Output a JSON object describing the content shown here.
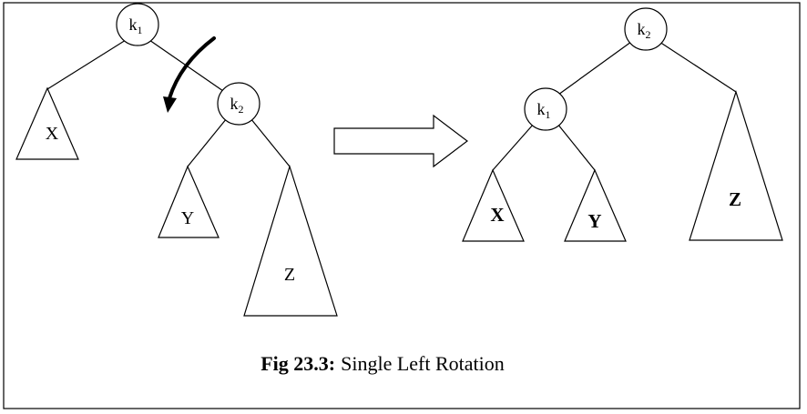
{
  "nodes": {
    "left_k1": {
      "base": "k",
      "sub": "1"
    },
    "left_k2": {
      "base": "k",
      "sub": "2"
    },
    "right_k2": {
      "base": "k",
      "sub": "2"
    },
    "right_k1": {
      "base": "k",
      "sub": "1"
    }
  },
  "subtrees": {
    "left_x": "X",
    "left_y": "Y",
    "left_z": "Z",
    "right_x": "X",
    "right_y": "Y",
    "right_z": "Z"
  },
  "caption": {
    "number": "Fig 23.3:",
    "text": "Single Left Rotation"
  }
}
